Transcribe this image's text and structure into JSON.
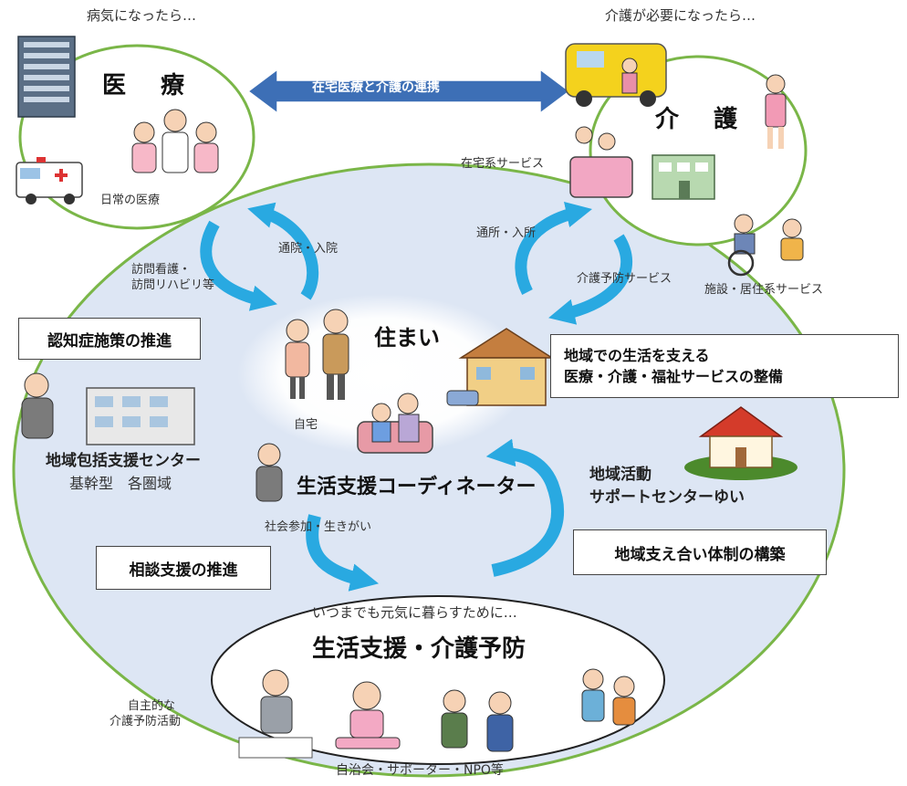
{
  "top_left_caption": "病気になったら…",
  "top_right_caption": "介護が必要になったら…",
  "medical": {
    "title": "医　療",
    "sub": "日常の医療"
  },
  "care": {
    "title": "介　護",
    "home_services": "在宅系サービス",
    "facility_services": "施設・居住系サービス"
  },
  "link_arrow_label": "在宅医療と介護の連携",
  "flows": {
    "hospital": "通院・入院",
    "visit_nursing_line1": "訪問看護・",
    "visit_nursing_line2": "訪問リハビリ等",
    "day_service": "通所・入所",
    "prevention_service": "介護予防サービス",
    "participation": "社会参加・生きがい"
  },
  "home": {
    "title": "住まい",
    "label": "自宅"
  },
  "boxes": {
    "dementia": "認知症施策の推進",
    "consultation": "相談支援の推進",
    "services_line1": "地域での生活を支える",
    "services_line2": "医療・介護・福祉サービスの整備",
    "mutual_support": "地域支え合い体制の構築"
  },
  "center": {
    "line1": "地域包括支援センター",
    "line2": "基幹型　各圏域"
  },
  "coordinator": "生活支援コーディネーター",
  "activity_center": {
    "line1": "地域活動",
    "line2": "サポートセンターゆい"
  },
  "bottom": {
    "caption": "いつまでも元気に暮らすために…",
    "title": "生活支援・介護予防",
    "self_line1": "自主的な",
    "self_line2": "介護予防活動",
    "groups": "自治会・サポーター・NPO等"
  },
  "colors": {
    "region_fill": "#dde6f4",
    "region_stroke": "#7ab648",
    "arrow": "#29a9e1",
    "link_arrow": "#3d6fb6"
  }
}
